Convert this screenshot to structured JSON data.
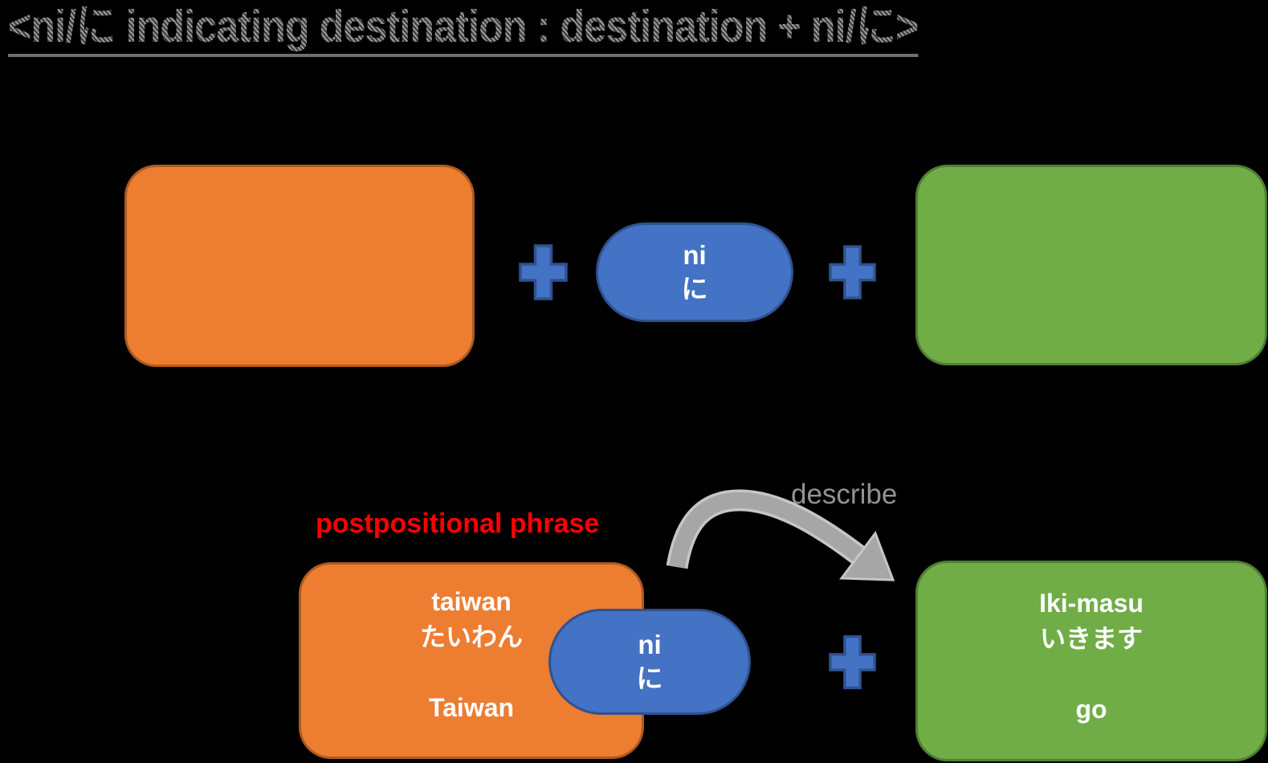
{
  "title": {
    "text": "<ni/に indicating destination : destination + ni/に>"
  },
  "formula": {
    "particle": {
      "romaji": "ni",
      "kana": "に"
    }
  },
  "example": {
    "phrase_label": "postpositional phrase",
    "destination": {
      "romaji": "taiwan",
      "kana": "たいわん",
      "english": "Taiwan"
    },
    "particle": {
      "romaji": "ni",
      "kana": "に"
    },
    "verb": {
      "romaji": "Iki-masu",
      "kana": "いきます",
      "english": "go"
    },
    "arrow_label": "describe"
  },
  "colors": {
    "background": "#000000",
    "orange_fill": "#ED7D31",
    "orange_border": "#AC5A21",
    "green_fill": "#70AD47",
    "green_border": "#507E32",
    "blue_fill": "#4472C4",
    "blue_border": "#2F528F",
    "arrow_gray": "#A6A6A6",
    "arrow_outline_gray": "#C6C6C6",
    "title_gray": "#6E6E6E",
    "label_red": "#FF0000",
    "describe_gray": "#929292",
    "box_text_white": "#FFFFFF"
  }
}
